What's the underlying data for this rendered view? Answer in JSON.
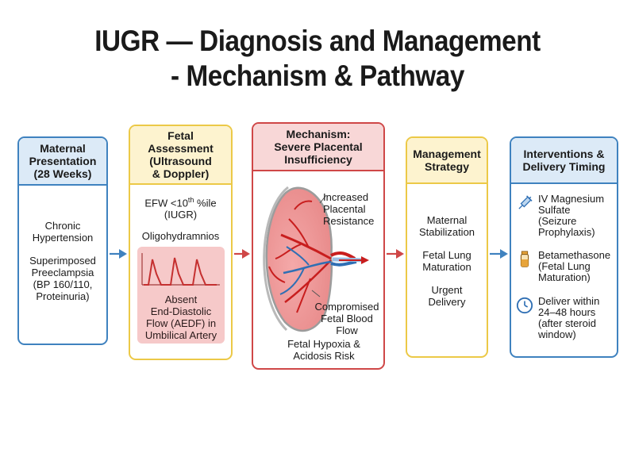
{
  "title": {
    "line1": "IUGR — Diagnosis and Management",
    "line2": "- Mechanism & Pathway"
  },
  "maternal": {
    "header": [
      "Maternal",
      "Presentation",
      "(28 Weeks)"
    ],
    "item1": [
      "Chronic",
      "Hypertension"
    ],
    "item2": [
      "Superimposed",
      "Preeclampsia",
      "(BP 160/110,",
      "Proteinuria)"
    ]
  },
  "fetal": {
    "header": [
      "Fetal",
      "Assessment",
      "(Ultrasound",
      "& Doppler)"
    ],
    "efw_prefix": "EFW <10",
    "efw_sup": "th",
    "efw_suffix": " %ile",
    "efw_line2": "(IUGR)",
    "oligo": "Oligohydramnios",
    "aedf": [
      "Absent",
      "End-Diastolic",
      "Flow (AEDF) in",
      "Umbilical Artery"
    ]
  },
  "mechanism": {
    "header": [
      "Mechanism:",
      "Severe Placental",
      "Insufficiency"
    ],
    "label_resistance": [
      "Increased",
      "Placental",
      "Resistance"
    ],
    "label_flow": [
      "Compromised",
      "Fetal Blood",
      "Flow"
    ],
    "label_hypoxia": [
      "Fetal Hypoxia &",
      "Acidosis Risk"
    ]
  },
  "management": {
    "header": [
      "Management",
      "Strategy"
    ],
    "item1": [
      "Maternal",
      "Stabilization"
    ],
    "item2": [
      "Fetal Lung",
      "Maturation"
    ],
    "item3": [
      "Urgent",
      "Delivery"
    ]
  },
  "interventions": {
    "header": [
      "Interventions &",
      "Delivery Timing"
    ],
    "item1": [
      "IV Magnesium",
      "Sulfate",
      "(Seizure",
      "Prophylaxis)"
    ],
    "item2": [
      "Betamethasone",
      "(Fetal Lung",
      "Maturation)"
    ],
    "item3": [
      "Deliver within",
      "24–48 hours",
      "(after steroid",
      "window)"
    ],
    "icons": [
      "syringe-icon",
      "vial-icon",
      "clock-icon"
    ]
  },
  "colors": {
    "blue": "#3f82bf",
    "yellow": "#ecc947",
    "red": "#cf4747"
  }
}
